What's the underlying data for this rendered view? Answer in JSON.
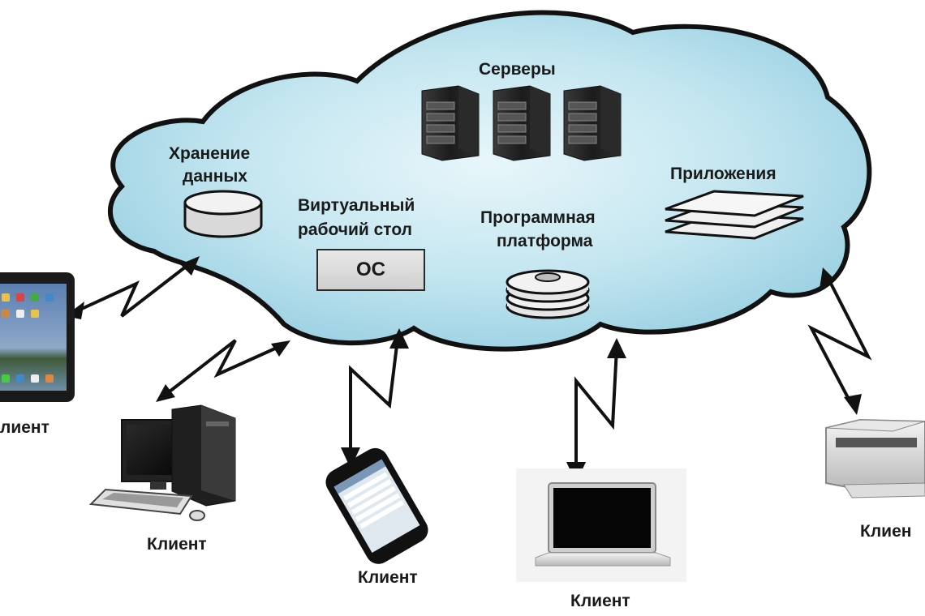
{
  "cloud": {
    "servers_label": "Серверы",
    "storage_label_line1": "Хранение",
    "storage_label_line2": "данных",
    "desktop_label_line1": "Виртуальный",
    "desktop_label_line2": "рабочий стол",
    "os_label": "ОС",
    "platform_label_line1": "Программная",
    "platform_label_line2": "платформа",
    "apps_label": "Приложения"
  },
  "clients": {
    "tablet_label": "лиент",
    "desktop_pc_label": "Клиент",
    "phone_label": "Клиент",
    "laptop_label": "Клиент",
    "printer_label": "Клиен"
  },
  "colors": {
    "cloud_fill_center": "#e3f3f8",
    "cloud_fill_edge": "#9fd2e3",
    "outline": "#111111"
  }
}
